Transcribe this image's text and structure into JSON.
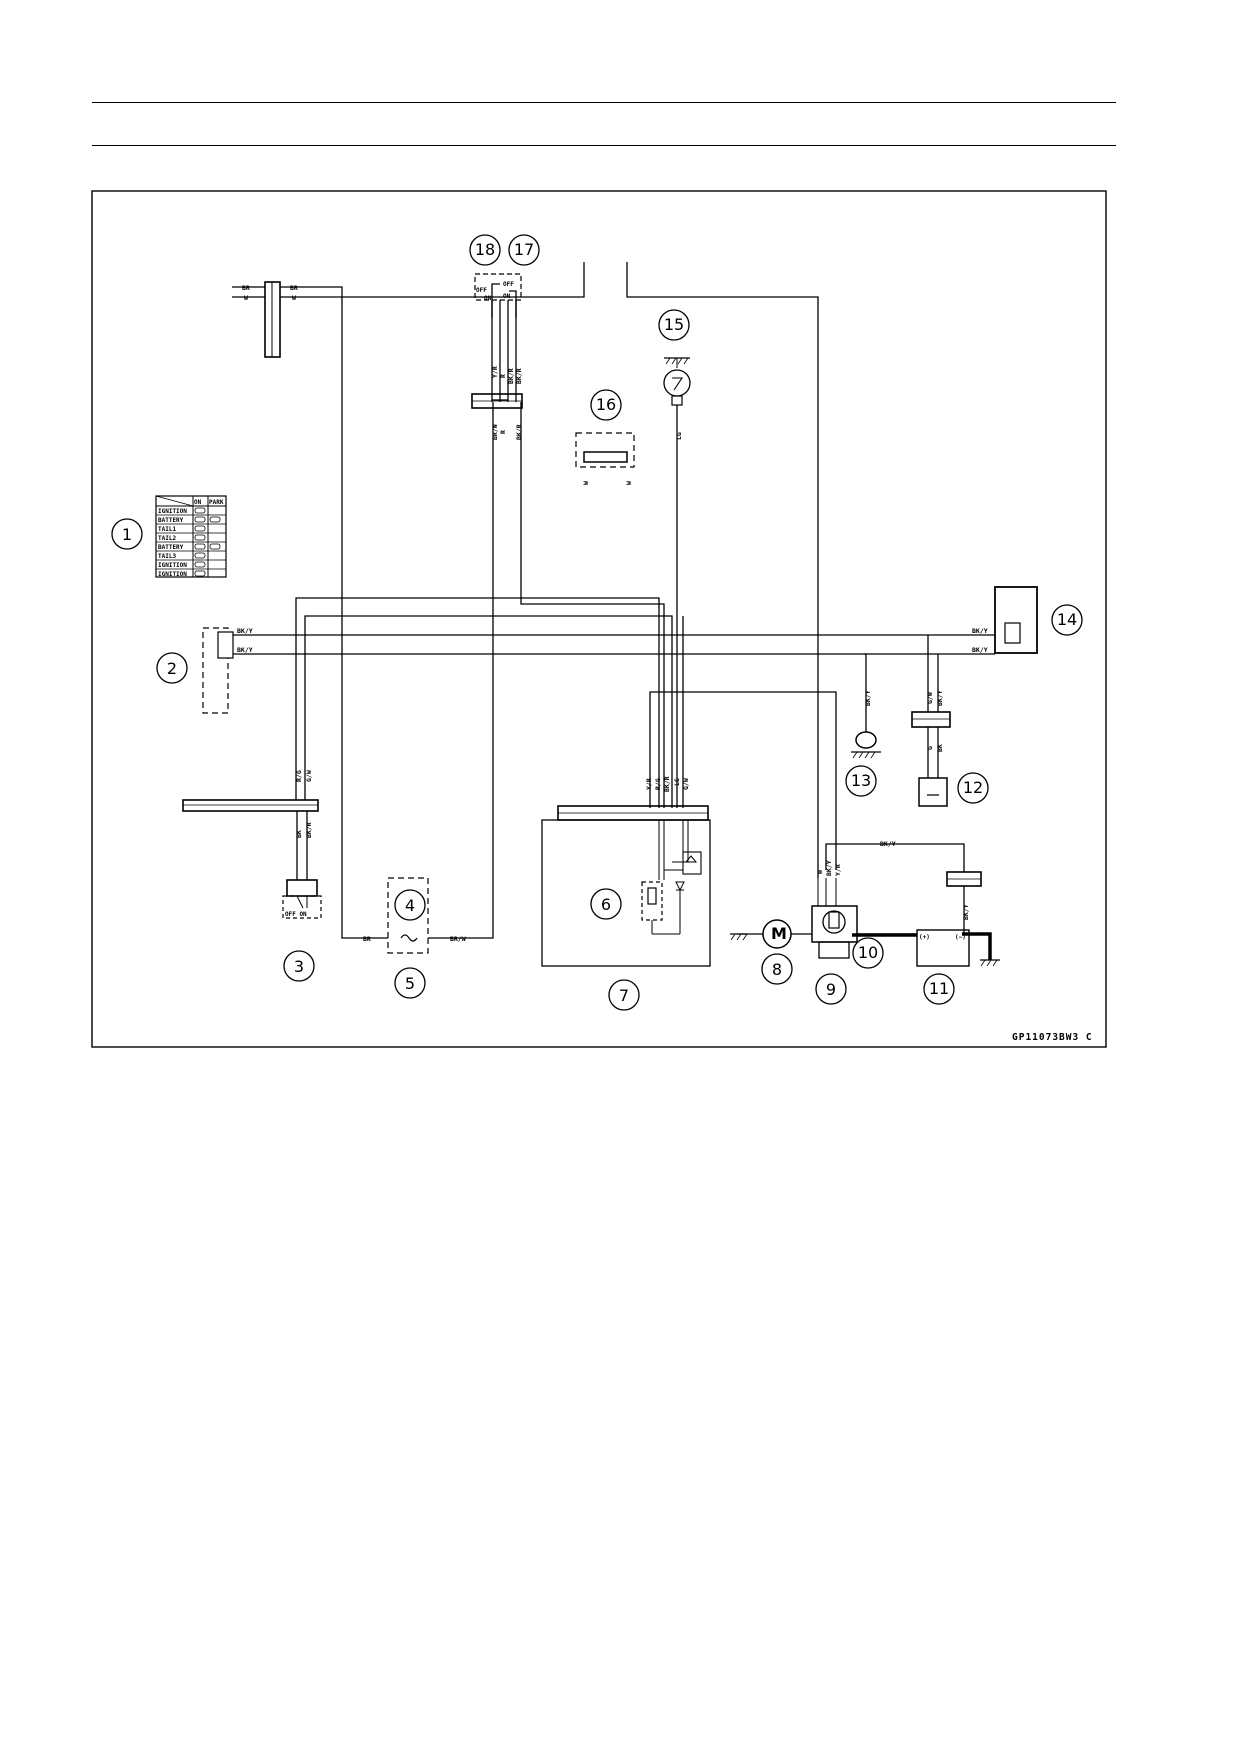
{
  "figure": {
    "code": "GP11073BW3  C"
  },
  "ignition_switch": {
    "header": [
      "ON",
      "PARK"
    ],
    "rows": [
      "IGNITION",
      "BATTERY",
      "TAIL1",
      "TAIL2",
      "BATTERY",
      "TAIL3",
      "IGNITION",
      "IGNITION"
    ]
  },
  "callouts": [
    "1",
    "2",
    "3",
    "4",
    "5",
    "6",
    "7",
    "8",
    "9",
    "10",
    "11",
    "12",
    "13",
    "14",
    "15",
    "16",
    "17",
    "18"
  ],
  "switch_labels": {
    "sw3": "OFF ON",
    "sw18_off": "OFF",
    "sw18_on": "ON",
    "sw17_off": "OFF",
    "sw17_on": "ON"
  },
  "battery_terminals": {
    "pos": "(+)",
    "neg": "(−)"
  },
  "motor_symbol": "M",
  "wires": {
    "br": "BR",
    "w": "W",
    "bky": "BK/Y",
    "rg": "R/G",
    "gw": "G/W",
    "bk": "BK",
    "bkr": "BK/R",
    "brw": "BR/W",
    "yr": "Y/R",
    "r": "R",
    "lg": "LG",
    "g": "G"
  },
  "colors": {
    "line": "#000000",
    "frame": "#000000",
    "background": "#ffffff"
  }
}
